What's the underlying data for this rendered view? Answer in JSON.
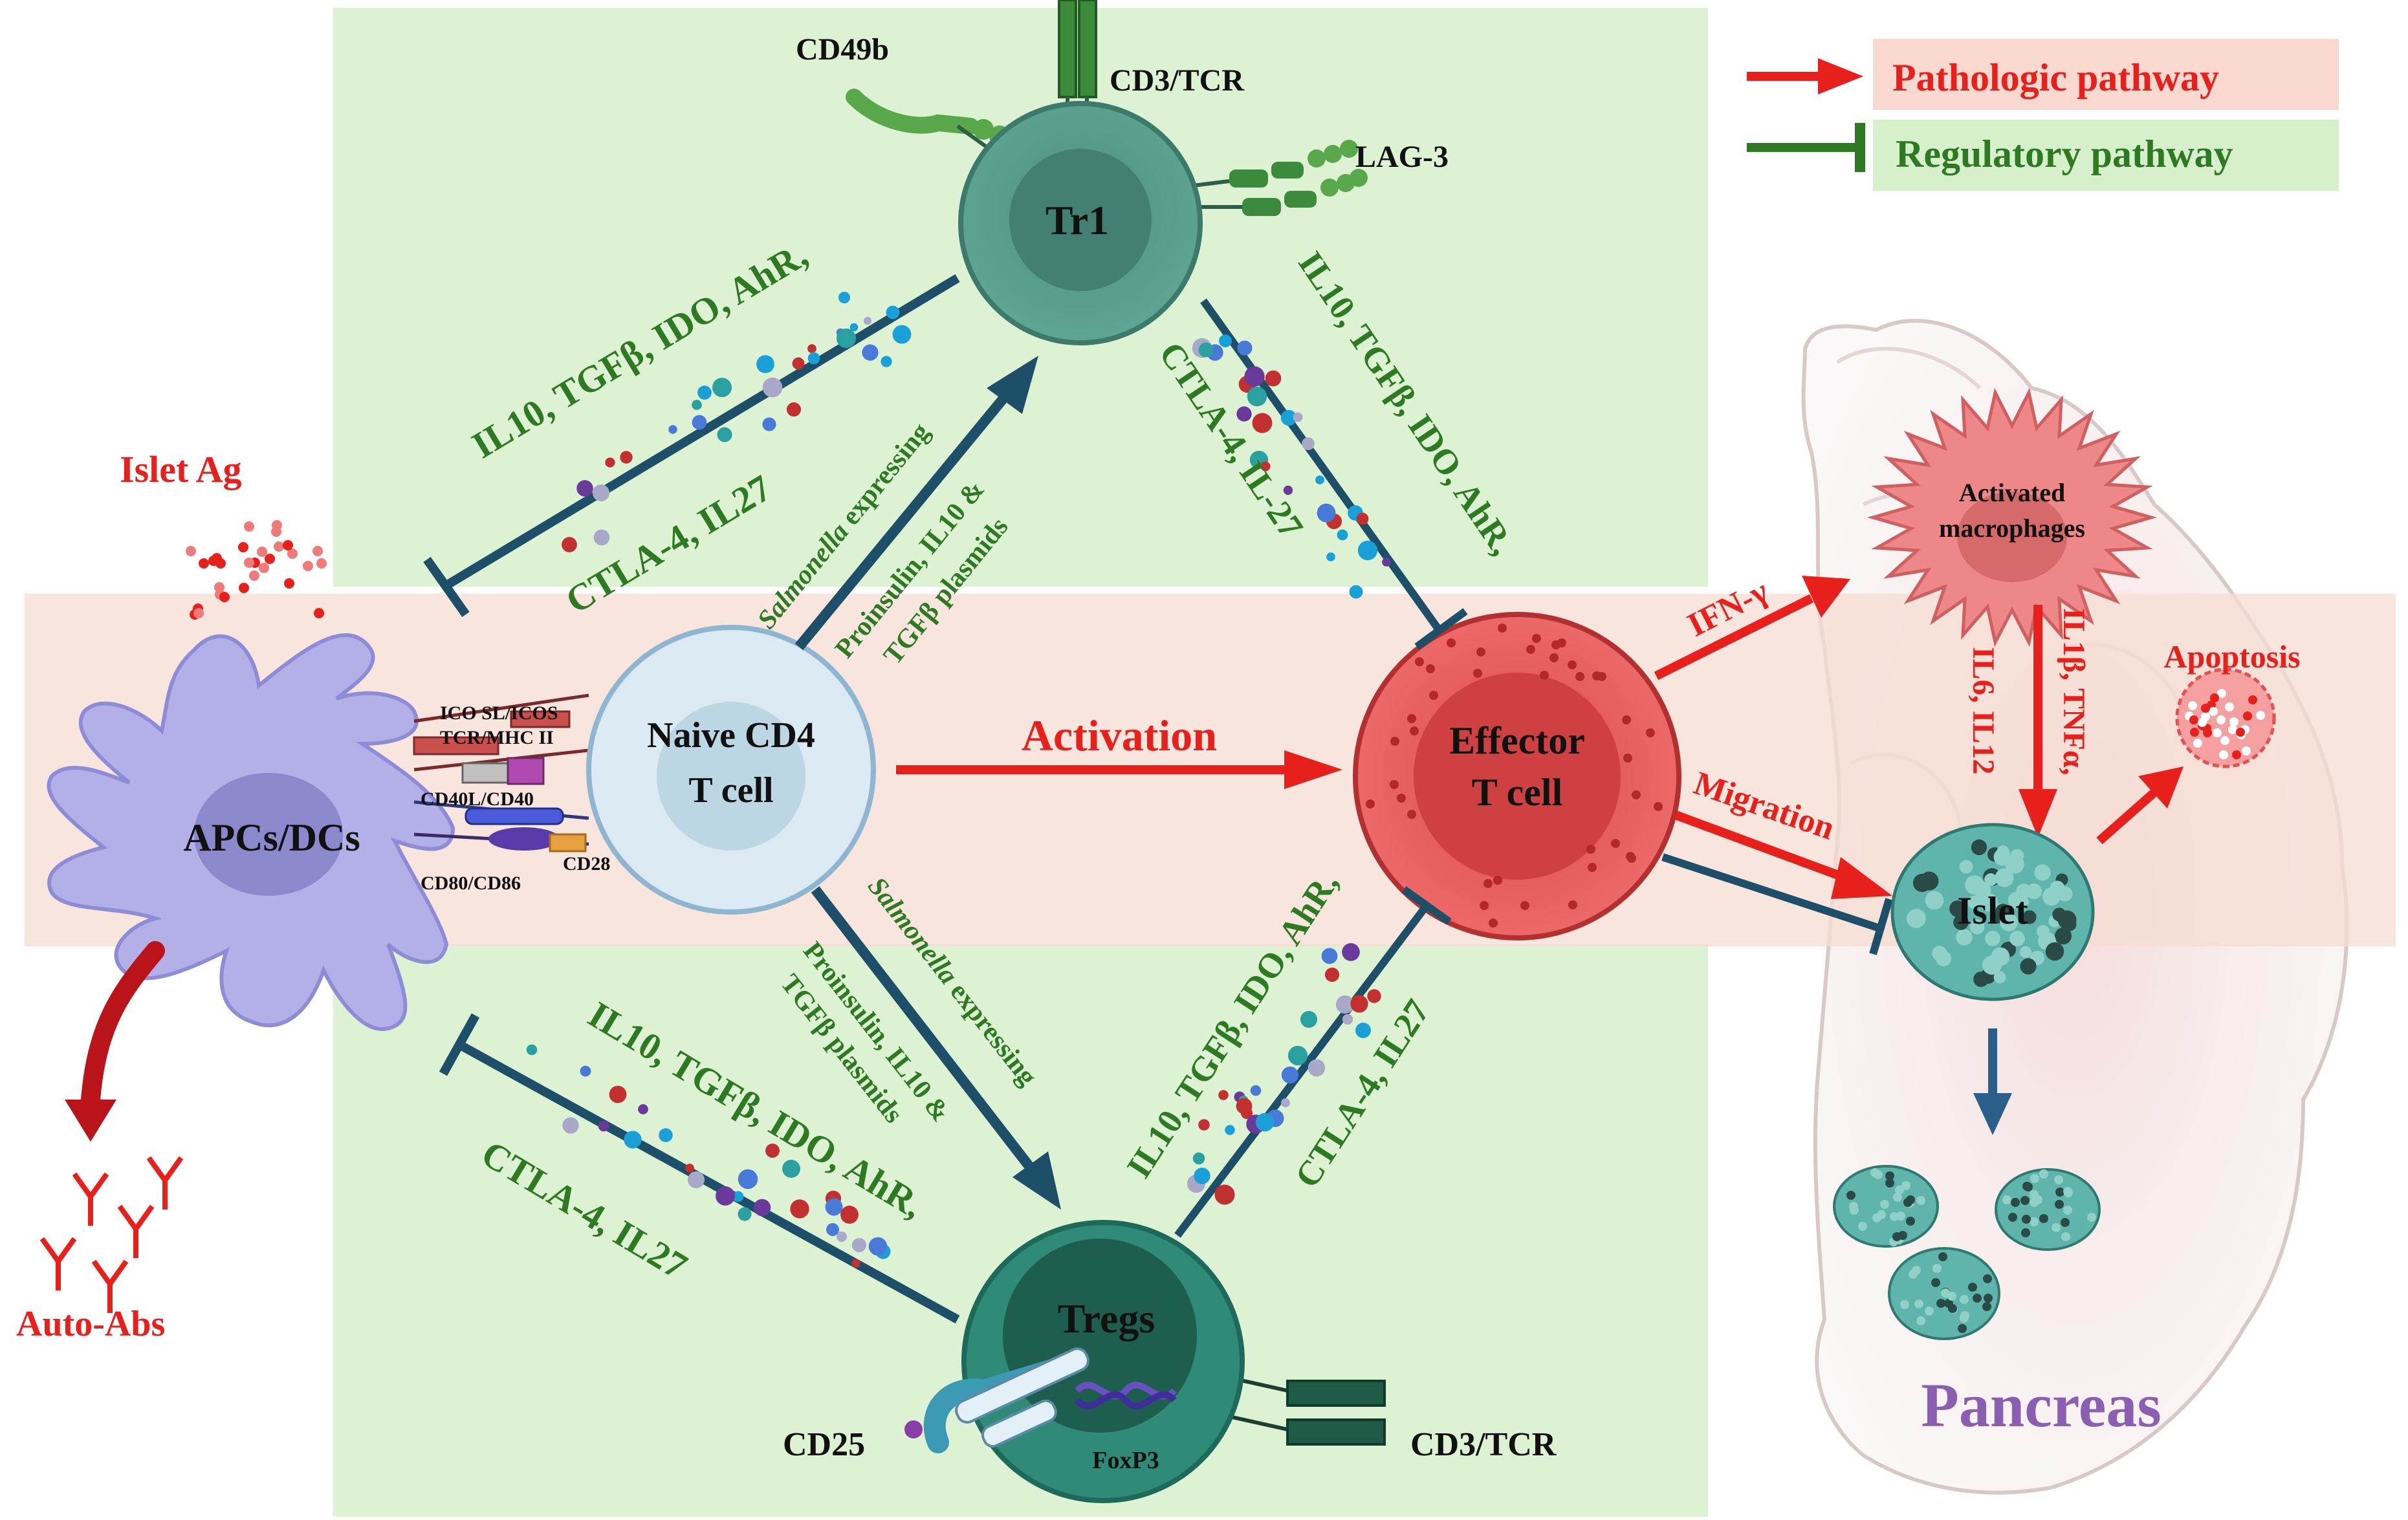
{
  "colors": {
    "pathologic": "#e8201c",
    "regulatory": "#2d7a23",
    "inhibit": "#1d4f68",
    "panel_green": "#dcf2d2",
    "band_pink": "#f6dcd2",
    "tr1": "#5a9e8c",
    "tregs": "#2f8a78",
    "naive": "#dbe9f2",
    "effector": "#e65a5a",
    "apc": "#b2b0e6",
    "macrophage": "#ee8888",
    "islet": "#5fb5ab",
    "pancreas_label": "#8a5eb0"
  },
  "legend": {
    "pathologic": "Pathologic pathway",
    "regulatory": "Regulatory pathway"
  },
  "cells": {
    "tr1": "Tr1",
    "tregs": "Tregs",
    "naive_line1": "Naive CD4",
    "naive_line2": "T cell",
    "effector_line1": "Effector",
    "effector_line2": "T cell",
    "apc": "APCs/DCs",
    "macro_line1": "Activated",
    "macro_line2": "macrophages",
    "islet": "Islet",
    "pancreas": "Pancreas"
  },
  "receptors": {
    "cd49b": "CD49b",
    "cd3tcr_top": "CD3/TCR",
    "lag3": "LAG-3",
    "cd25": "CD25",
    "foxp3": "FoxP3",
    "cd3tcr_bottom": "CD3/TCR"
  },
  "synapse": {
    "icos": "ICO SL/ICOS",
    "tcr": "TCR/MHC II",
    "cd40": "CD40L/CD40",
    "cd80": "CD80/CD86",
    "cd28": "CD28"
  },
  "labels": {
    "islet_ag": "Islet Ag",
    "auto_abs": "Auto-Abs",
    "activation": "Activation",
    "ifn": "IFN-γ",
    "migration": "Migration",
    "il1b": "IL1β, TNFα,",
    "il6": "IL6, IL12",
    "apoptosis": "Apoptosis"
  },
  "cytokines": {
    "ul_1": "IL10, TGFβ, IDO, AhR,",
    "ul_2": "CTLA-4, IL27",
    "ur_1": "IL10, TGFβ, IDO, AhR,",
    "ur_2": "CTLA-4, IL-27",
    "ll_1": "IL10, TGFβ, IDO, AhR,",
    "ll_2": "CTLA-4, IL27",
    "lr_1": "IL10, TGFβ, IDO, AhR,",
    "lr_2": "CTLA-4, IL27"
  },
  "therapy": {
    "up_1_italic": "Salmonella",
    "up_1_rest": " expressing",
    "up_2": "Proinsulin, IL10 &",
    "up_3": "TGFβ plasmids",
    "down_1_italic": "Salmonella",
    "down_1_rest": " expressing",
    "down_2": "Proinsulin, IL10 &",
    "down_3": "TGFβ plasmids"
  }
}
